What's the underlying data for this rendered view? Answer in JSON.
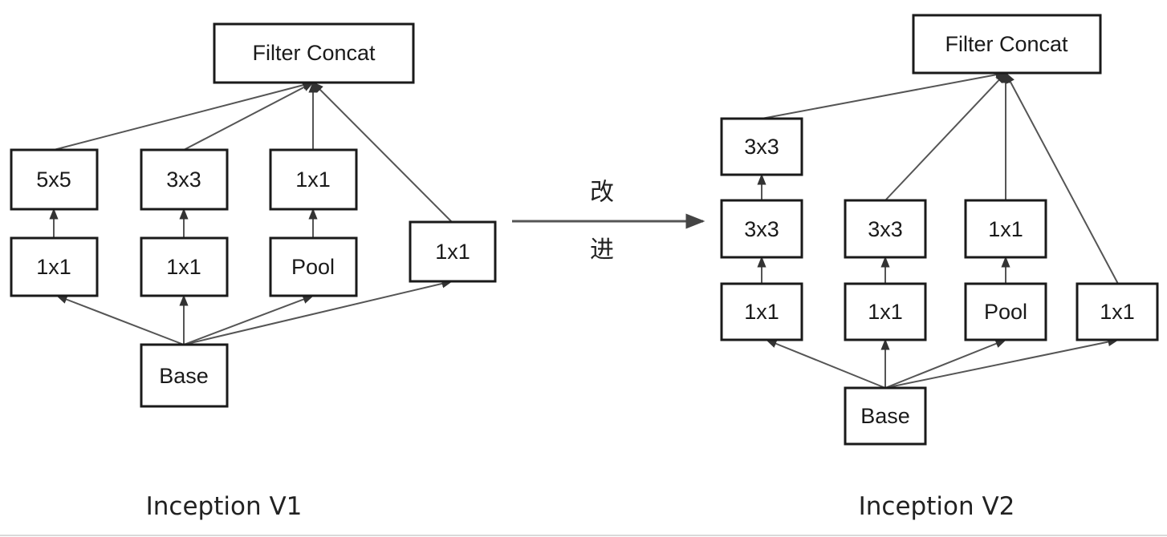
{
  "v1": {
    "title": "Inception V1",
    "nodes": {
      "filter_concat": "Filter Concat",
      "b1_top": "5x5",
      "b1_bottom": "1x1",
      "b2_top": "3x3",
      "b2_bottom": "1x1",
      "b3_top": "1x1",
      "b3_bottom": "Pool",
      "b4": "1x1",
      "base": "Base"
    }
  },
  "v2": {
    "title": "Inception V2",
    "nodes": {
      "filter_concat": "Filter Concat",
      "b1_top": "3x3",
      "b1_mid": "3x3",
      "b1_bottom": "1x1",
      "b2_top": "3x3",
      "b2_bottom": "1x1",
      "b3_top": "1x1",
      "b3_bottom": "Pool",
      "b4": "1x1",
      "base": "Base"
    }
  },
  "transition": {
    "char_top": "改",
    "char_bottom": "进"
  },
  "colors": {
    "box_stroke": "#1a1a1a",
    "edge": "#555555",
    "background": "#ffffff"
  }
}
